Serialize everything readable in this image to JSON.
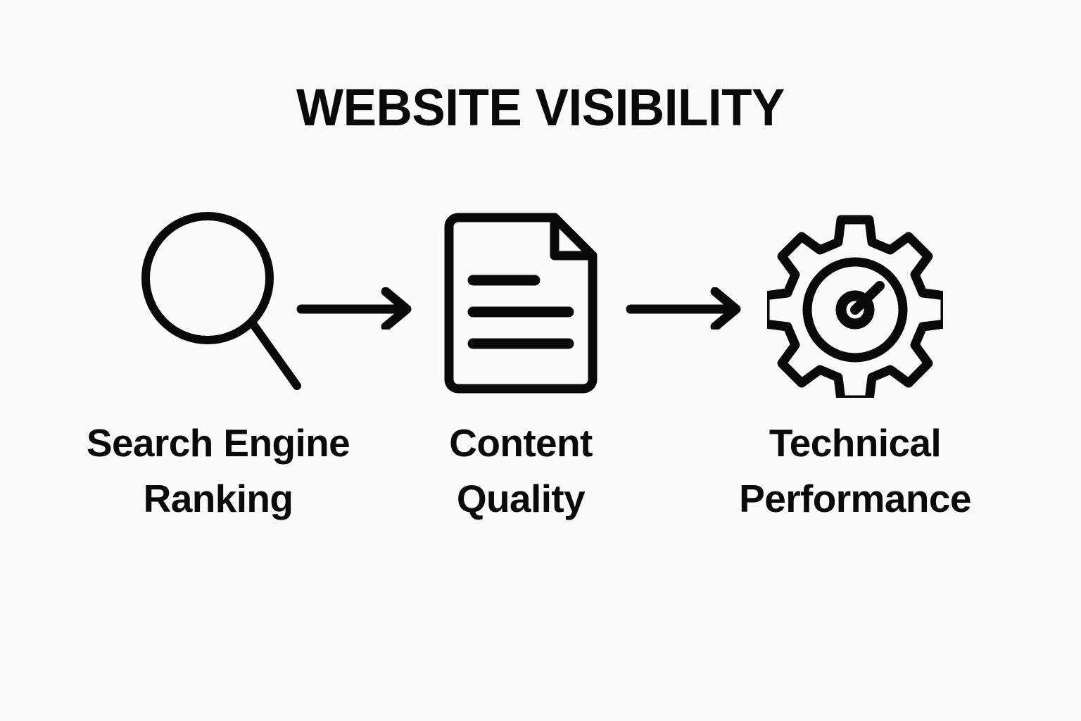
{
  "page": {
    "background_color": "#fafafa",
    "ink_color": "#0a0a0a"
  },
  "title": "WEBSITE VISIBILITY",
  "flow": {
    "steps": [
      {
        "icon": "magnifying-glass-icon",
        "label_line_1": "Search Engine",
        "label_line_2": "Ranking"
      },
      {
        "icon": "document-icon",
        "label_line_1": "Content",
        "label_line_2": "Quality"
      },
      {
        "icon": "gear-gauge-icon",
        "label_line_1": "Technical",
        "label_line_2": "Performance"
      }
    ],
    "connectors": [
      {
        "icon": "arrow-right-icon"
      },
      {
        "icon": "arrow-right-icon"
      }
    ]
  }
}
